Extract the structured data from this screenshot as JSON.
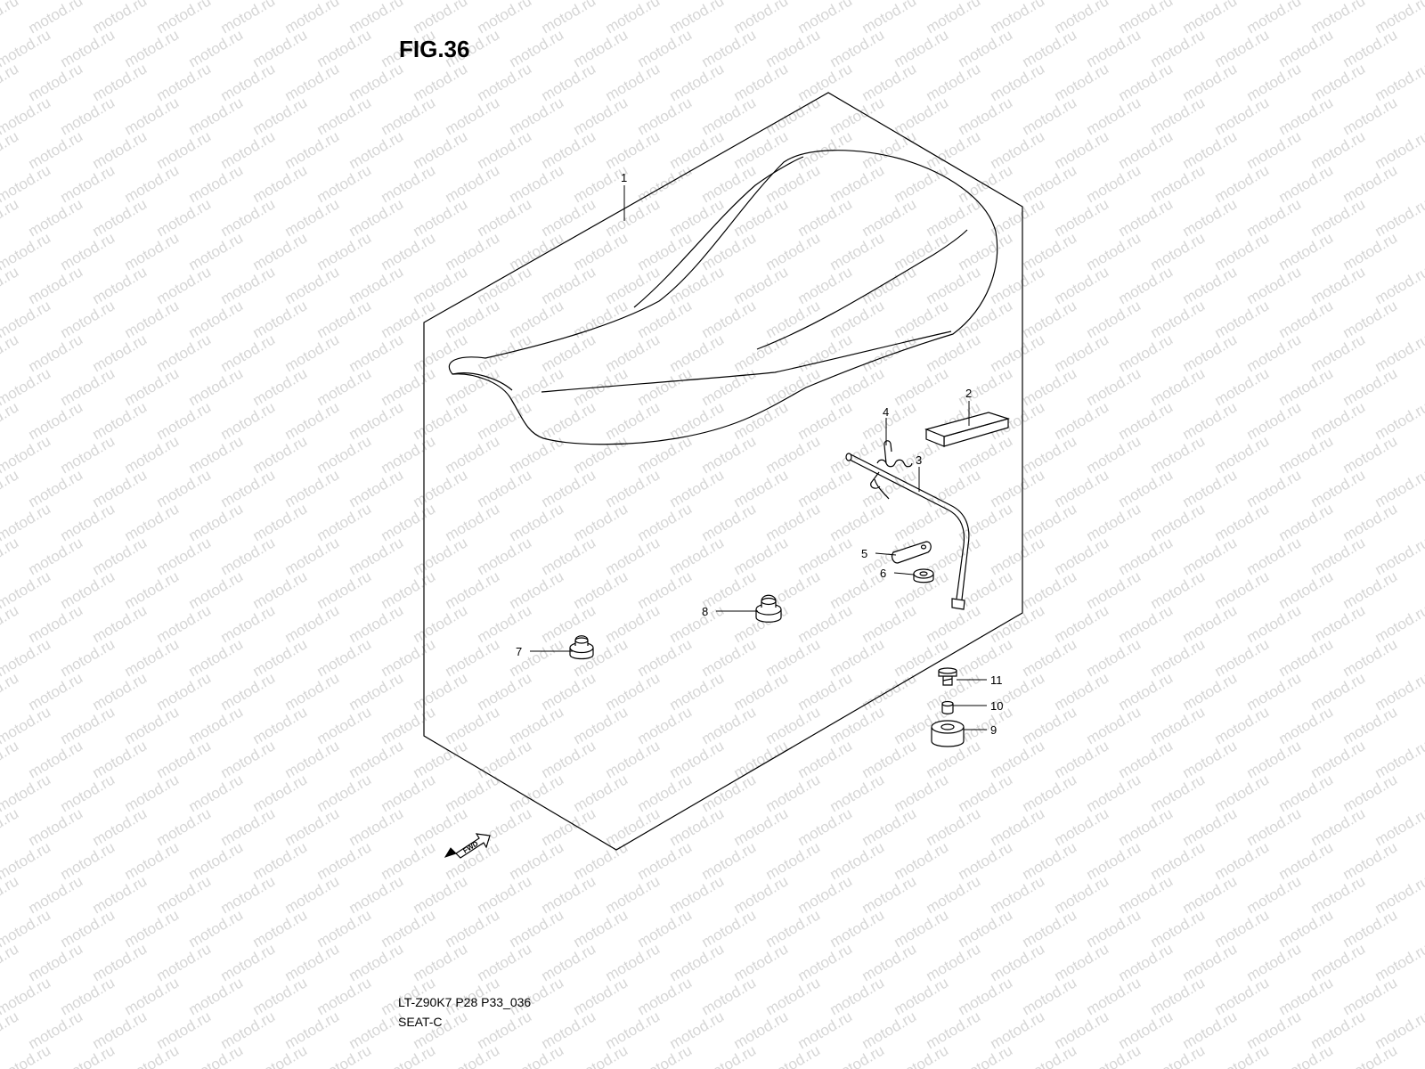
{
  "figure": {
    "title": "FIG.36",
    "model_code": "LT-Z90K7 P28 P33_036",
    "section_name": "SEAT-C",
    "fwd_label": "FWD",
    "watermark": "motod.ru"
  },
  "callouts": [
    {
      "number": "1",
      "part": "seat"
    },
    {
      "number": "2",
      "part": "pad"
    },
    {
      "number": "3",
      "part": "lock rod"
    },
    {
      "number": "4",
      "part": "spring"
    },
    {
      "number": "5",
      "part": "plate"
    },
    {
      "number": "6",
      "part": "nut"
    },
    {
      "number": "7",
      "part": "cushion"
    },
    {
      "number": "8",
      "part": "cushion"
    },
    {
      "number": "9",
      "part": "cushion"
    },
    {
      "number": "10",
      "part": "spacer"
    },
    {
      "number": "11",
      "part": "bolt"
    }
  ]
}
